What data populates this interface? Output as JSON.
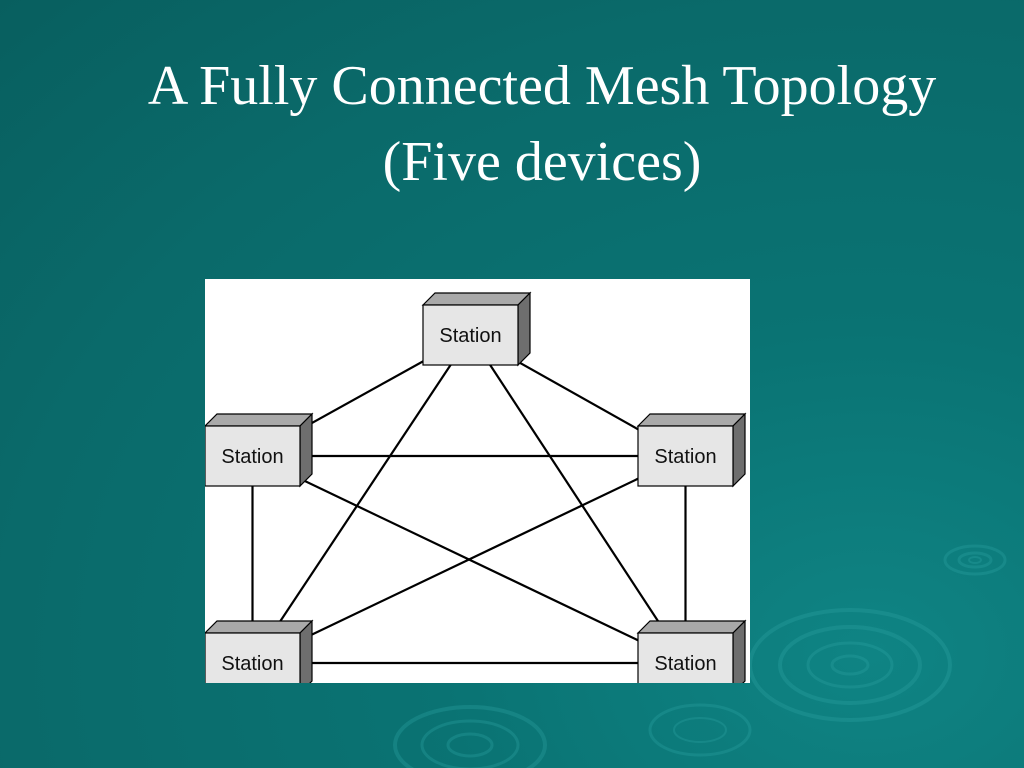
{
  "slide": {
    "title_line1": "A Fully Connected Mesh Topology",
    "title_line2": "(Five devices)"
  },
  "diagram": {
    "node_label": "Station",
    "nodes": [
      {
        "id": "top",
        "label": "Station"
      },
      {
        "id": "upper-left",
        "label": "Station"
      },
      {
        "id": "upper-right",
        "label": "Station"
      },
      {
        "id": "lower-left",
        "label": "Station"
      },
      {
        "id": "lower-right",
        "label": "Station"
      }
    ],
    "links": [
      [
        "top",
        "upper-left"
      ],
      [
        "top",
        "upper-right"
      ],
      [
        "top",
        "lower-left"
      ],
      [
        "top",
        "lower-right"
      ],
      [
        "upper-left",
        "upper-right"
      ],
      [
        "upper-left",
        "lower-left"
      ],
      [
        "upper-left",
        "lower-right"
      ],
      [
        "upper-right",
        "lower-left"
      ],
      [
        "upper-right",
        "lower-right"
      ],
      [
        "lower-left",
        "lower-right"
      ]
    ]
  },
  "colors": {
    "background": "#0a6a6a",
    "box_face": "#e6e6e6",
    "box_top": "#a9a9a9",
    "box_side": "#6e6e6e",
    "link": "#000000"
  }
}
